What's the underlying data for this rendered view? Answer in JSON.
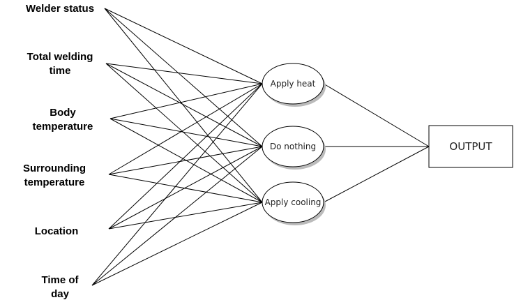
{
  "inputs": [
    {
      "line1": "Welder status",
      "line2": ""
    },
    {
      "line1": "Total welding",
      "line2": "time"
    },
    {
      "line1": "Body",
      "line2": "temperature"
    },
    {
      "line1": "Surrounding",
      "line2": "temperature"
    },
    {
      "line1": "Location",
      "line2": ""
    },
    {
      "line1": "Time of",
      "line2": "day"
    }
  ],
  "actions": [
    {
      "label": "Apply heat"
    },
    {
      "label": "Do nothing"
    },
    {
      "label": "Apply cooling"
    }
  ],
  "output": {
    "label": "OUTPUT"
  },
  "colors": {
    "stroke": "#000000",
    "text": "#000000",
    "node_fill": "#ffffff",
    "node_shadow": "#bbbbbb"
  }
}
